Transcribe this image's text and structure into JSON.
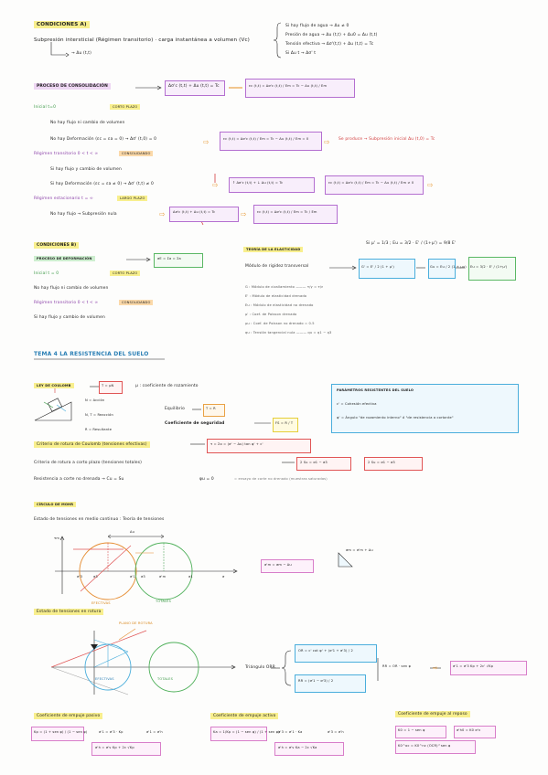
{
  "condiciones_a": {
    "header": "CONDICIONES A)",
    "subpresion_inicial": "Subpresión intersticial (Régimen transitorio) · carga instantánea a volumen (Vc)",
    "u_label": "→ Δu (t,t)",
    "notes": [
      "Si hay flujo de agua → Δu ≠ 0",
      "Presión de agua → Δu (t,t) + Δu0 = Δu (t,t)",
      "Tensión efectiva → Δσ'(t,t) + Δu (t,t) = Tc",
      "Si Δu t → Δσ' t"
    ]
  },
  "consolidacion": {
    "header": "PROCESO DE CONSOLIDACIÓN",
    "eq_main": "Δσ'c (t,t) + Δu (t,t) = Tc",
    "eq_ec": "εc (t,t) = Δσ'c (t,t) / Em = Tc − Δu (t,t) / Em",
    "inicial_label": "Inicial  t=0",
    "inicial_tag": "CORTO PLAZO",
    "inicial_l1": "No hay flujo ni cambio de volumen",
    "inicial_l2": "No hay Deformación  (εc = εa = 0) → Δσ' (t,0) = 0",
    "inicial_eq": "εc (t,t) = Δσ'c (t,t) / Em = Tc − Δu (t,t) / Em = 0",
    "inicial_result": "Se produce → Subpresión inicial  Δu (t,0) = Tc",
    "transitorio_label": "Régimen transitorio  0 < t < ∞",
    "transitorio_tag": "CONSOLIDANDO",
    "transitorio_l1": "Si hay flujo y cambio de volumen",
    "transitorio_l2": "Si hay Deformación  (εc = εa ≠ 0) → Δσ' (t,t) ≠ 0",
    "transitorio_eq1": "↑ Δσ'c (t,t) + ↓ Δu (t,t) = Tc",
    "transitorio_eq2": "εc (t,t) = Δσ'c (t,t) / Em = Tc − Δu (t,t) / Em  ≠ 0",
    "estacionario_label": "Régimen estacionario  t = ∞",
    "estacionario_tag": "LARGO PLAZO",
    "estacionario_l1": "No hay flujo → Subpresión nula",
    "estacionario_eq1": "Δσ'c (t,t) + Δu (t,t) = Tc",
    "estacionario_eq2": "εc (t,t) = Δσ'c (t,t) / Em = Tc / Em"
  },
  "condiciones_b": {
    "header": "CONDICIONES B)",
    "proceso": "PROCESO DE DEFORMACIÓN",
    "eq": "σE = Σa = Σa",
    "inicial": "Inicial  t = 0",
    "inicial_tag": "CORTO PLAZO",
    "l1": "No hay flujo ni cambio de volumen",
    "transitorio": "Régimen transitorio  0 < t < ∞",
    "transitorio_tag": "CONSOLIDANDO",
    "l2": "Si hay flujo y cambio de volumen"
  },
  "teoria_elasticidad": {
    "header": "TEORÍA DE LA ELASTICIDAD",
    "top_eq": "Si μ' = 1/3   ;  Eu = 3/2 · E' / (1+μ') = 9/8 E'",
    "modulo": "Módulo de rigidez transversal",
    "g_eq": "G' = E' / 2 (1 + μ')",
    "gu_eq": "Gu = Eu / 2 (1 + μu)",
    "eu_eq": "Eu = 3/2 · E' / (1+μ')",
    "legend": [
      "G : Módulo de cizallamiento ——— τ/γ = τ/ε",
      "E' : Módulo de elasticidad drenado",
      "Eu : Módulo de elasticidad no drenado",
      "μ' : Coef. de Poisson drenado",
      "μu : Coef. de Poisson no drenado = 0.5",
      "qu : Tensión tangencial nula ——— qu = q1 − q3"
    ]
  },
  "tema4": {
    "title": "TEMA 4  LA RESISTENCIA DEL SUELO",
    "ley_coulomb": "LEY DE COULOMB",
    "coulomb_eq": "T = μN",
    "mu_def": "μ : coeficiente de rozamiento",
    "forces": [
      "N = Acción",
      "N, T = Reacción",
      "R = Resultante"
    ],
    "equilibrio": "Equilibrio",
    "equilibrio_eq": "T = R",
    "coef_seguridad": "Coeficiente de seguridad",
    "fs_eq": "FS = R / T",
    "params_title": "PARÁMETROS RESISTENTES DEL SUELO",
    "params": [
      "c' = Cohesión efectiva",
      "φ' = Ángulo \"de rozamiento interno\" ó \"de resistencia a cortante\""
    ],
    "criterio_rotura": "Criterio de rotura de Coulomb (tensiones efectivas)",
    "criterio_eq": "τ = Σo = (σ' − Δu) tan φ' + c'",
    "rotura_largo": "Criterio de rotura a corto plazo (tensiones totales)",
    "rotura_largo_eq1": "2 Su = σ1 − σ3",
    "rotura_largo_eq2": "2 Su = σ1 − σ3",
    "resistencia_nodrenada": "Resistencia a corte no drenada →  Cu = Su",
    "phi_u": "φu = 0",
    "nota_phi": "= ensayo de corte no drenado (muestras saturadas)"
  },
  "circulo_mohr": {
    "title": "CÍRCULO DE MOHR",
    "estado_tension": "Estado de tensiones en medio continuo : Teoría de tensiones",
    "delta_u": "Δu",
    "tau_axis": "τm",
    "sigma_axis": "σ",
    "ticks": [
      "σ'3",
      "σ3",
      "σ'1",
      "σ3",
      "σ1",
      "σ'm"
    ],
    "efectivas": "EFECTIVAS",
    "totales": "TOTALES",
    "formula_box": "σ'm = σm − Δu",
    "triangle_eq": "σm = σ'm + Δu"
  },
  "estado_rotura": {
    "title": "Estado de tensiones en rotura",
    "plano_rotura": "PLANO DE ROTURA",
    "efectivas": "EFECTIVAS",
    "totales": "TOTALES",
    "triangulo": "Triángulo ORR",
    "tri_eq1": "OR = c' cot φ' + (σ'1 + σ'3) / 2",
    "tri_eq2": "RR = (σ'1 − σ'3) / 2",
    "sin_eq": "RR = OR · sen φ",
    "result": "σ'1 = σ'3 Kp + 2c' √Kp"
  },
  "empujes": {
    "pasivo_title": "Coeficiente de empuje pasivo",
    "pasivo_kp": "Kp = (1 + sen φ) / (1 − sen φ)",
    "pasivo_eq1": "σ'1 = σ'3 · Kp",
    "pasivo_eq2": "σ'1 = σ'h",
    "pasivo_eq3": "σ'h = σ'v Kp + 2c √Kp",
    "activo_title": "Coeficiente de empuje activo",
    "activo_ka": "Ka = 1/Kp = (1 − sen φ) / (1 + sen φ)",
    "activo_eq1": "σ'3 = σ'1 · Ka",
    "activo_eq2": "σ'3 = σ'h",
    "activo_eq3": "σ'h = σ'v Ka − 2c √Ka",
    "reposo_title": "Coeficiente de empuje al reposo",
    "reposo_k0": "K0 = 1 − sen φ",
    "reposo_eq1": "σ'h0 = K0 σ'v",
    "reposo_k0nc": "K0^oc = K0^nc (OCR)^sen φ"
  },
  "colors": {
    "yellow": "#f8ef8e",
    "purple": "#b46fd0",
    "green": "#5ab864",
    "blue": "#4aaedc",
    "orange": "#e9a245",
    "red": "#e05555"
  }
}
